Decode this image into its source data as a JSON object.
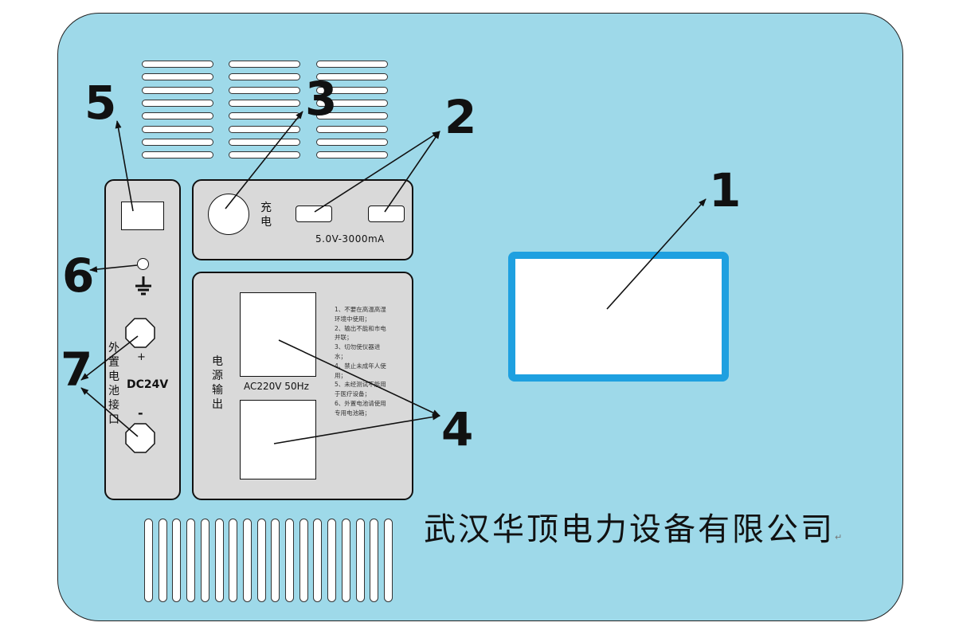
{
  "callouts": {
    "n1": "1",
    "n2": "2",
    "n3": "3",
    "n4": "4",
    "n5": "5",
    "n6": "6",
    "n7": "7"
  },
  "charge": {
    "label_chars": [
      "充",
      "电"
    ],
    "usb_spec": "5.0V-3000mA"
  },
  "battery": {
    "label_chars": [
      "外",
      "置",
      "电",
      "池",
      "接",
      "口"
    ],
    "plus": "+",
    "minus": "-",
    "voltage": "DC24V"
  },
  "output": {
    "label_chars": [
      "电",
      "源",
      "输",
      "出"
    ],
    "socket_spec": "AC220V 50Hz",
    "notes": [
      "1、不要在高温高湿",
      "环境中使用；",
      "2、输出不能和市电",
      "并联；",
      "3、切勿使仪器进",
      "水；",
      "4、禁止未成年人使",
      "用；",
      "5、未经测试不能用",
      "于医疗设备；",
      "6、外置电池请使用",
      "专用电池箱；"
    ]
  },
  "company_name": "武汉华顶电力设备有限公司",
  "paragraph_mark": "↵",
  "colors": {
    "panel": "#9ed9e9",
    "screen_border": "#1ea0e0",
    "box_fill": "#d9d9d9"
  },
  "icons": {
    "ground": "ground-symbol-icon"
  }
}
